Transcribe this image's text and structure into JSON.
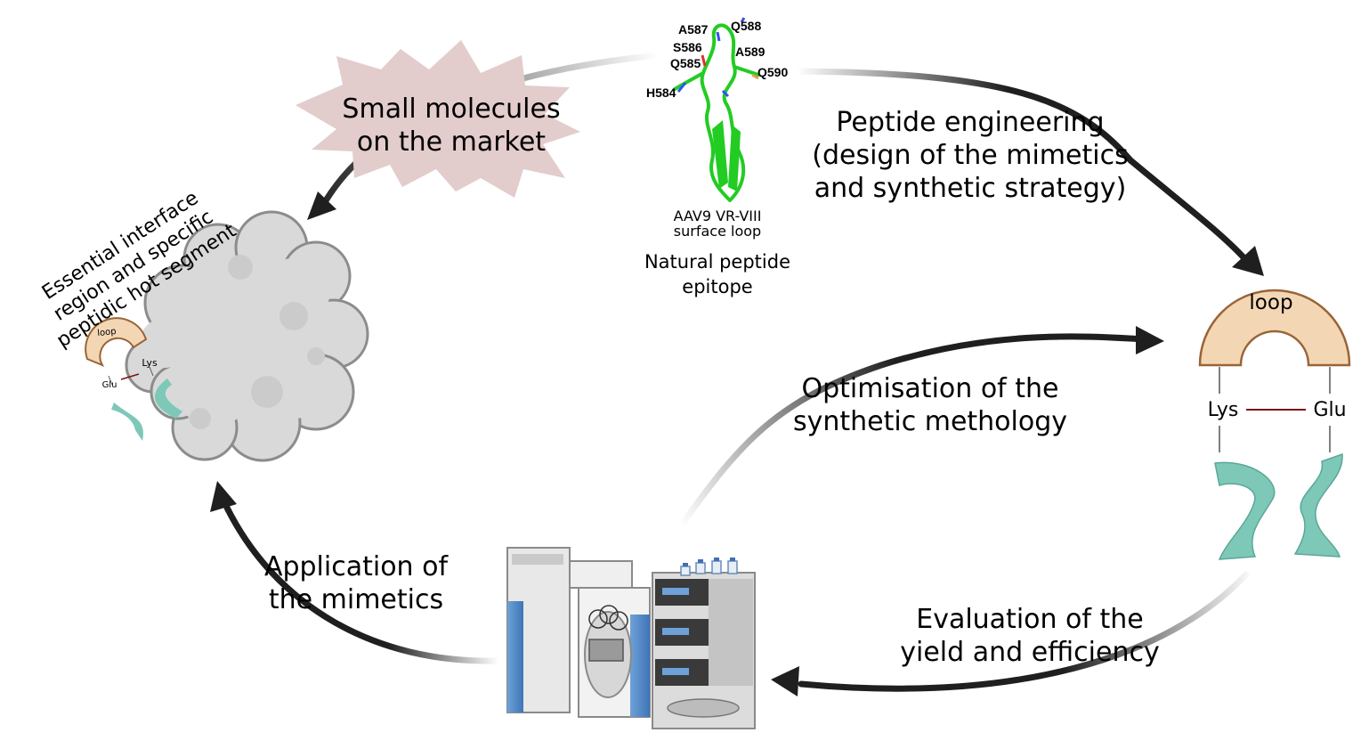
{
  "labels": {
    "small_molecules": [
      "Small molecules",
      "on the market"
    ],
    "peptide_engineering": [
      "Peptide engineering",
      "(design of the mimetics",
      "and synthetic strategy)"
    ],
    "optimisation": [
      "Optimisation of the",
      "synthetic methology"
    ],
    "evaluation": [
      "Evaluation of the",
      "yield and efficiency"
    ],
    "application": [
      "Application of",
      "the mimetics"
    ],
    "interface": [
      "Essential interface",
      "region and specific",
      "peptidic hot segment"
    ],
    "aav_caption": [
      "AAV9 VR-VIII",
      "surface loop"
    ],
    "natural_epitope": [
      "Natural peptide",
      "epitope"
    ]
  },
  "residues": [
    "A587",
    "Q588",
    "S586",
    "A589",
    "Q585",
    "Q590",
    "H584"
  ],
  "mimetic_large": {
    "loop": "loop",
    "left": "Lys",
    "right": "Glu"
  },
  "mimetic_small": {
    "loop": "loop",
    "left": "Glu",
    "right": "Lys"
  },
  "colors": {
    "arrow": "#1f1f1f",
    "starburst": "#e3cccc",
    "loop_fill": "#f3d7b4",
    "loop_stroke": "#9a6437",
    "helix": "#7ec8b8",
    "protein": "#d9d9d9",
    "ribbon": "#22cc22",
    "linker": "#7a1515"
  },
  "icons": [
    "protein-surface-icon",
    "peptide-ribbon-icon",
    "hplc-instrument-icon",
    "starburst-icon"
  ]
}
